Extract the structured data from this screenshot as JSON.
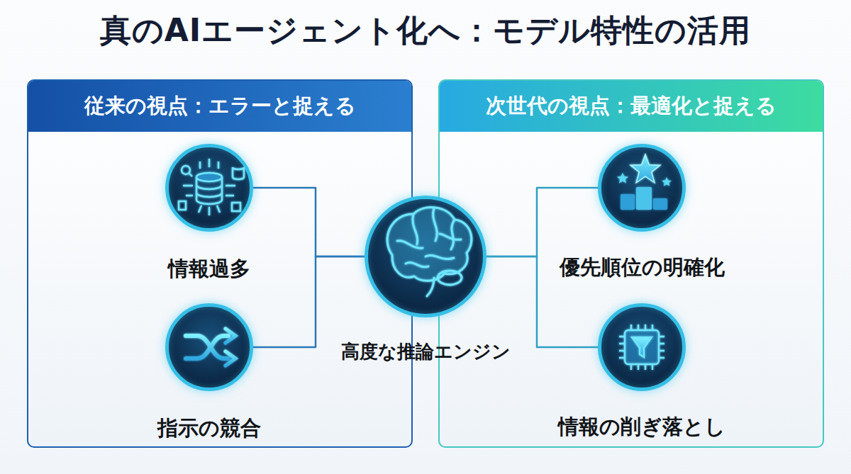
{
  "diagram": {
    "title": "真のAIエージェント化へ：モデル特性の活用",
    "nodes": [
      {
        "text": [
          "従来の視点：エラーと捉える"
        ]
      },
      {
        "text": [
          "情報過多"
        ],
        "in": 0
      },
      {
        "text": [
          "指示の競合"
        ],
        "in": 0
      },
      {
        "text": [
          "高度な推論エンジン"
        ]
      },
      {
        "text": [
          "次世代の視点：最適化と捉える"
        ]
      },
      {
        "text": [
          "優先順位の明確化"
        ],
        "in": 4
      },
      {
        "text": [
          "情報の削ぎ落とし"
        ],
        "in": 4
      }
    ],
    "edges": [
      {
        "from": 1,
        "to": 3,
        "arrow": "none"
      },
      {
        "from": 2,
        "to": 3,
        "arrow": "none"
      },
      {
        "from": 3,
        "to": 5,
        "arrow": "none"
      },
      {
        "from": 3,
        "to": 6,
        "arrow": "none"
      }
    ]
  }
}
